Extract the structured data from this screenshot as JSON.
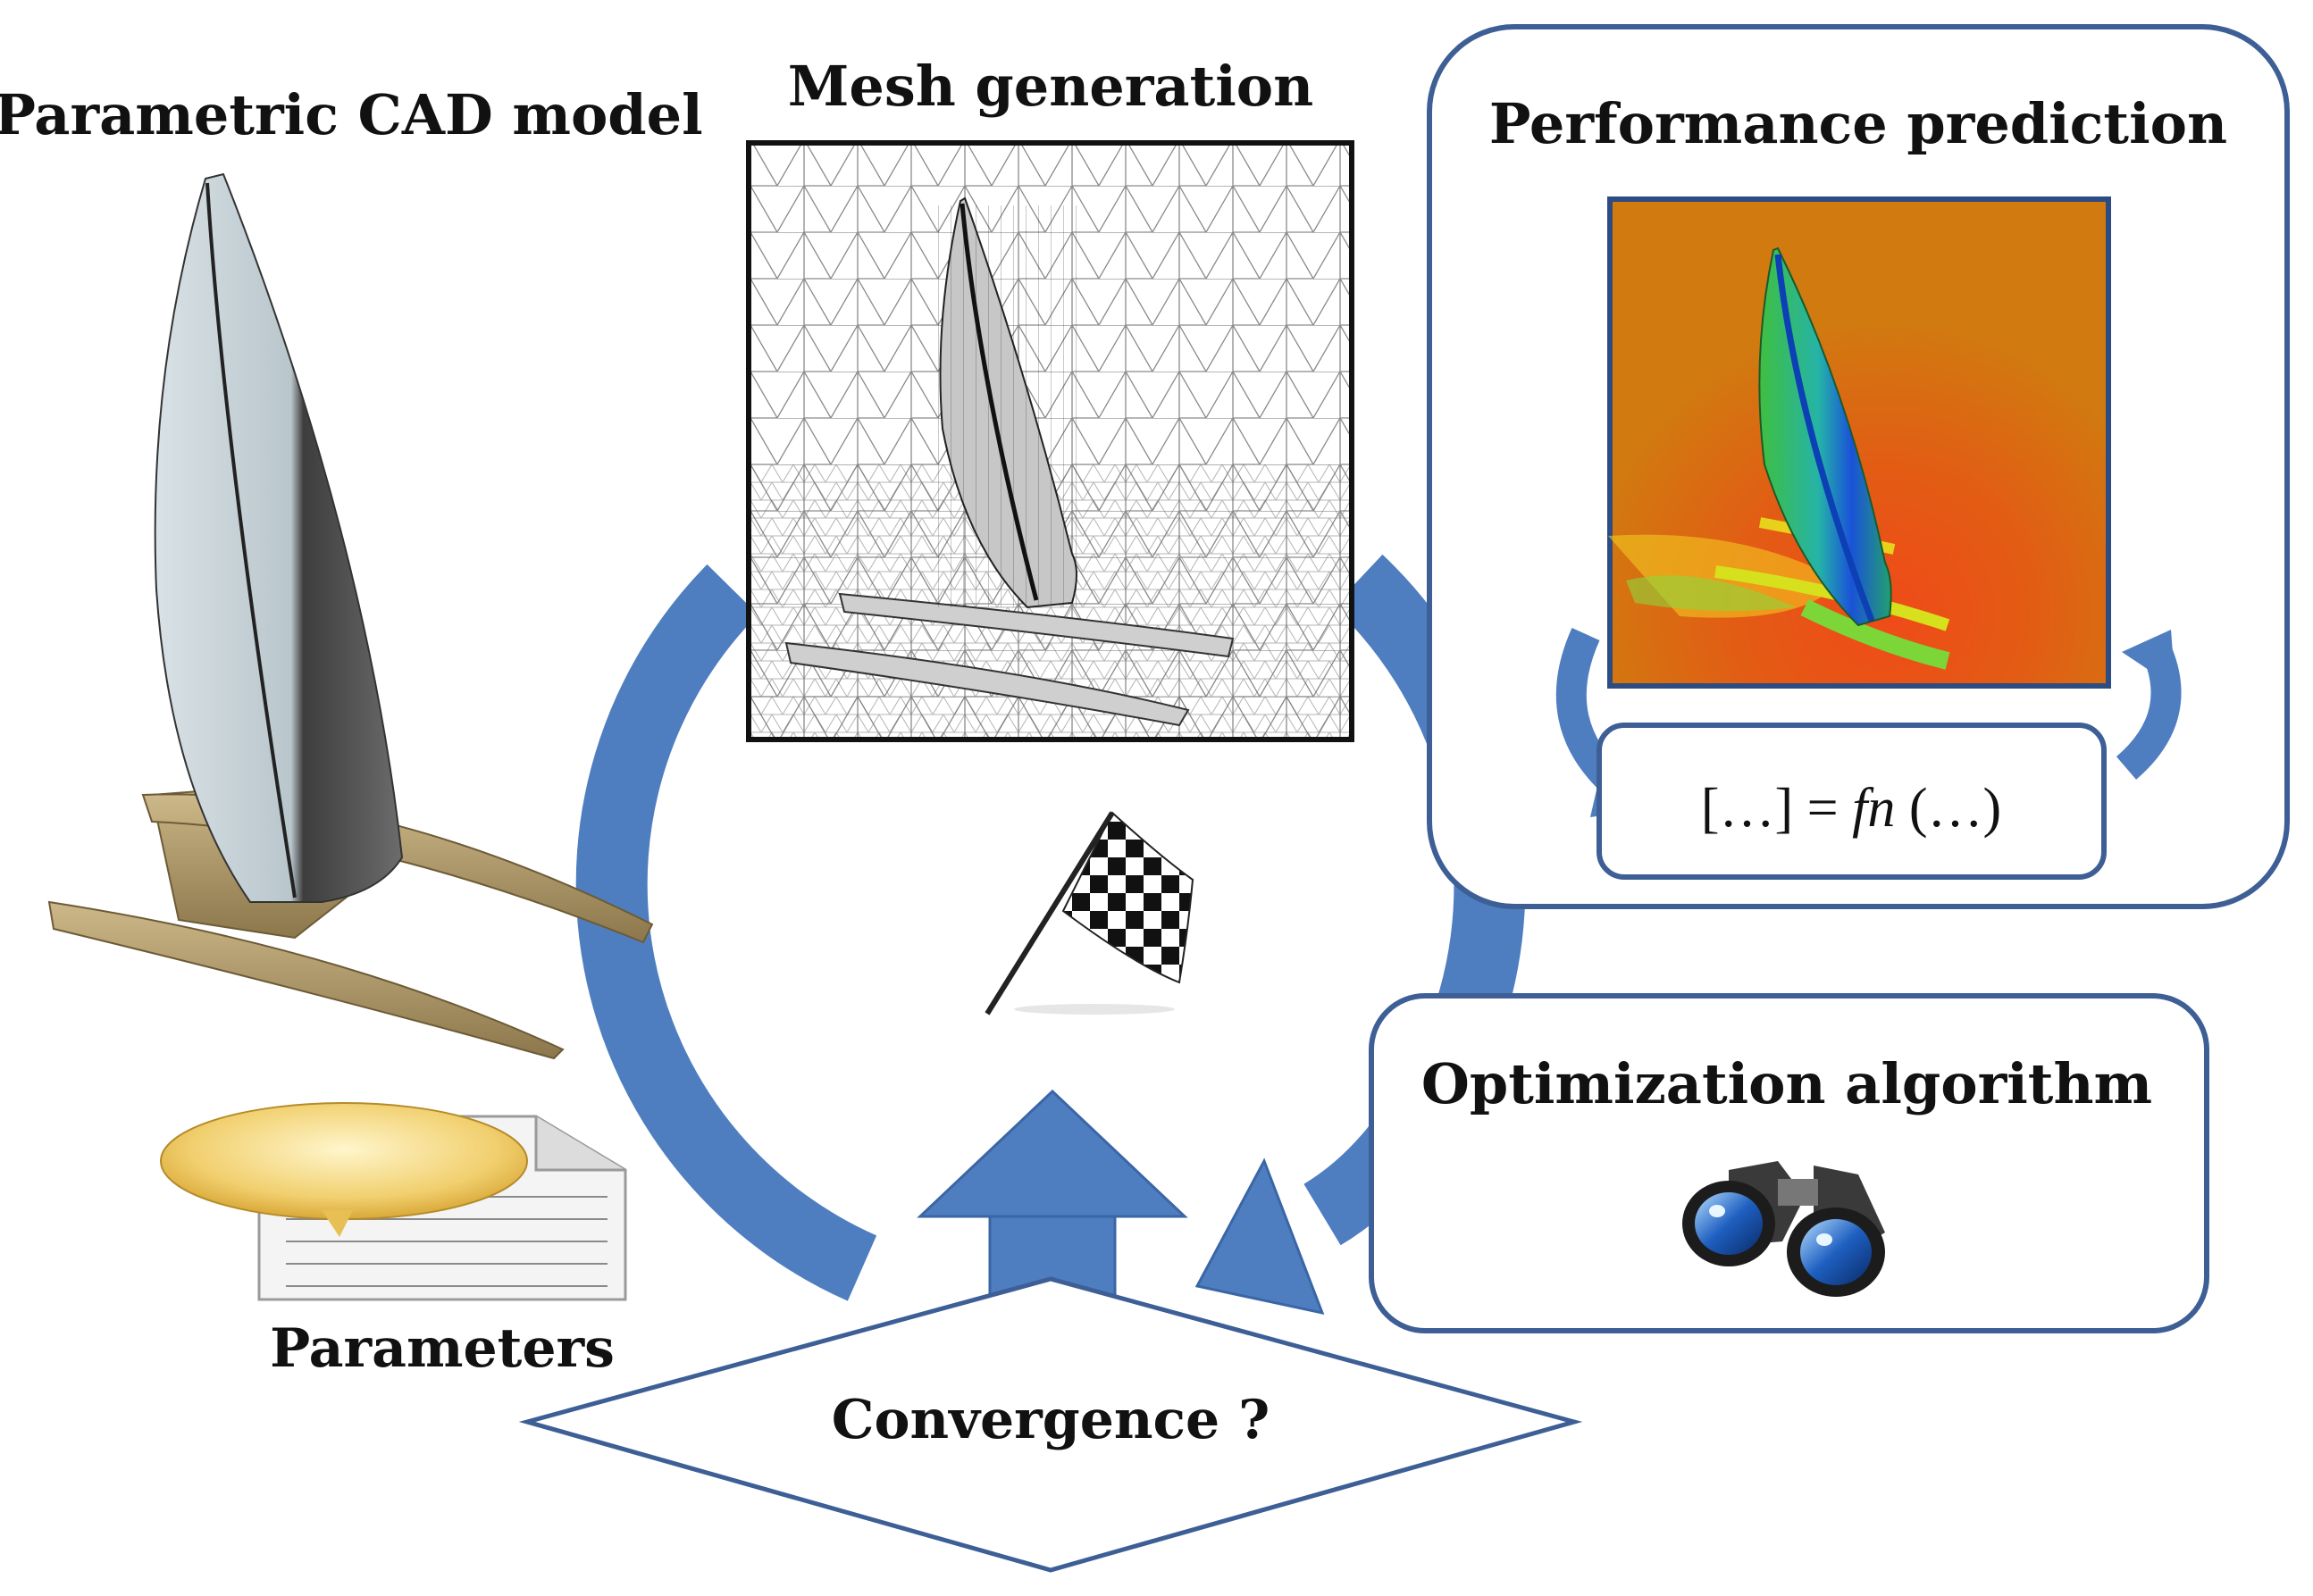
{
  "labels": {
    "cad": "Parametric CAD model",
    "mesh": "Mesh generation",
    "performance": "Performance prediction",
    "optimization": "Optimization algorithm",
    "parameters": "Parameters",
    "convergence": "Convergence ?"
  },
  "formula": {
    "lhs": "[…] =",
    "fn": "fn",
    "rhs": "(…)"
  },
  "colors": {
    "arrow": "#4f7ec0",
    "arrow_stroke": "#3a66a6",
    "box_border": "#3d5f96",
    "hull": "#b09a6a",
    "sail_light": "#c8d2d6",
    "sail_dark": "#4a4a4a",
    "cfd_background": "#d17a10"
  },
  "icons": [
    "document-icon",
    "checkered-flag-icon",
    "binoculars-icon"
  ]
}
